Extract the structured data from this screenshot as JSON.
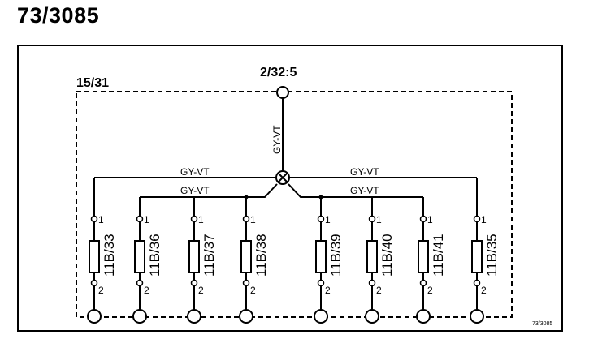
{
  "title": "73/3085",
  "frame_label": "15/31",
  "top_connector": "2/32:5",
  "wire_color_vertical": "GY-VT",
  "wire_labels": {
    "upper_left": "GY-VT",
    "upper_right": "GY-VT",
    "lower_left": "GY-VT",
    "lower_right": "GY-VT"
  },
  "pin_top": "1",
  "pin_bottom": "2",
  "components": [
    {
      "label": "11B/33",
      "bus": "upper"
    },
    {
      "label": "11B/36",
      "bus": "lower"
    },
    {
      "label": "11B/37",
      "bus": "lower"
    },
    {
      "label": "11B/38",
      "bus": "lower"
    },
    {
      "label": "11B/39",
      "bus": "lower"
    },
    {
      "label": "11B/40",
      "bus": "lower"
    },
    {
      "label": "11B/41",
      "bus": "lower"
    },
    {
      "label": "11B/35",
      "bus": "upper"
    }
  ],
  "reference": "73/3085"
}
